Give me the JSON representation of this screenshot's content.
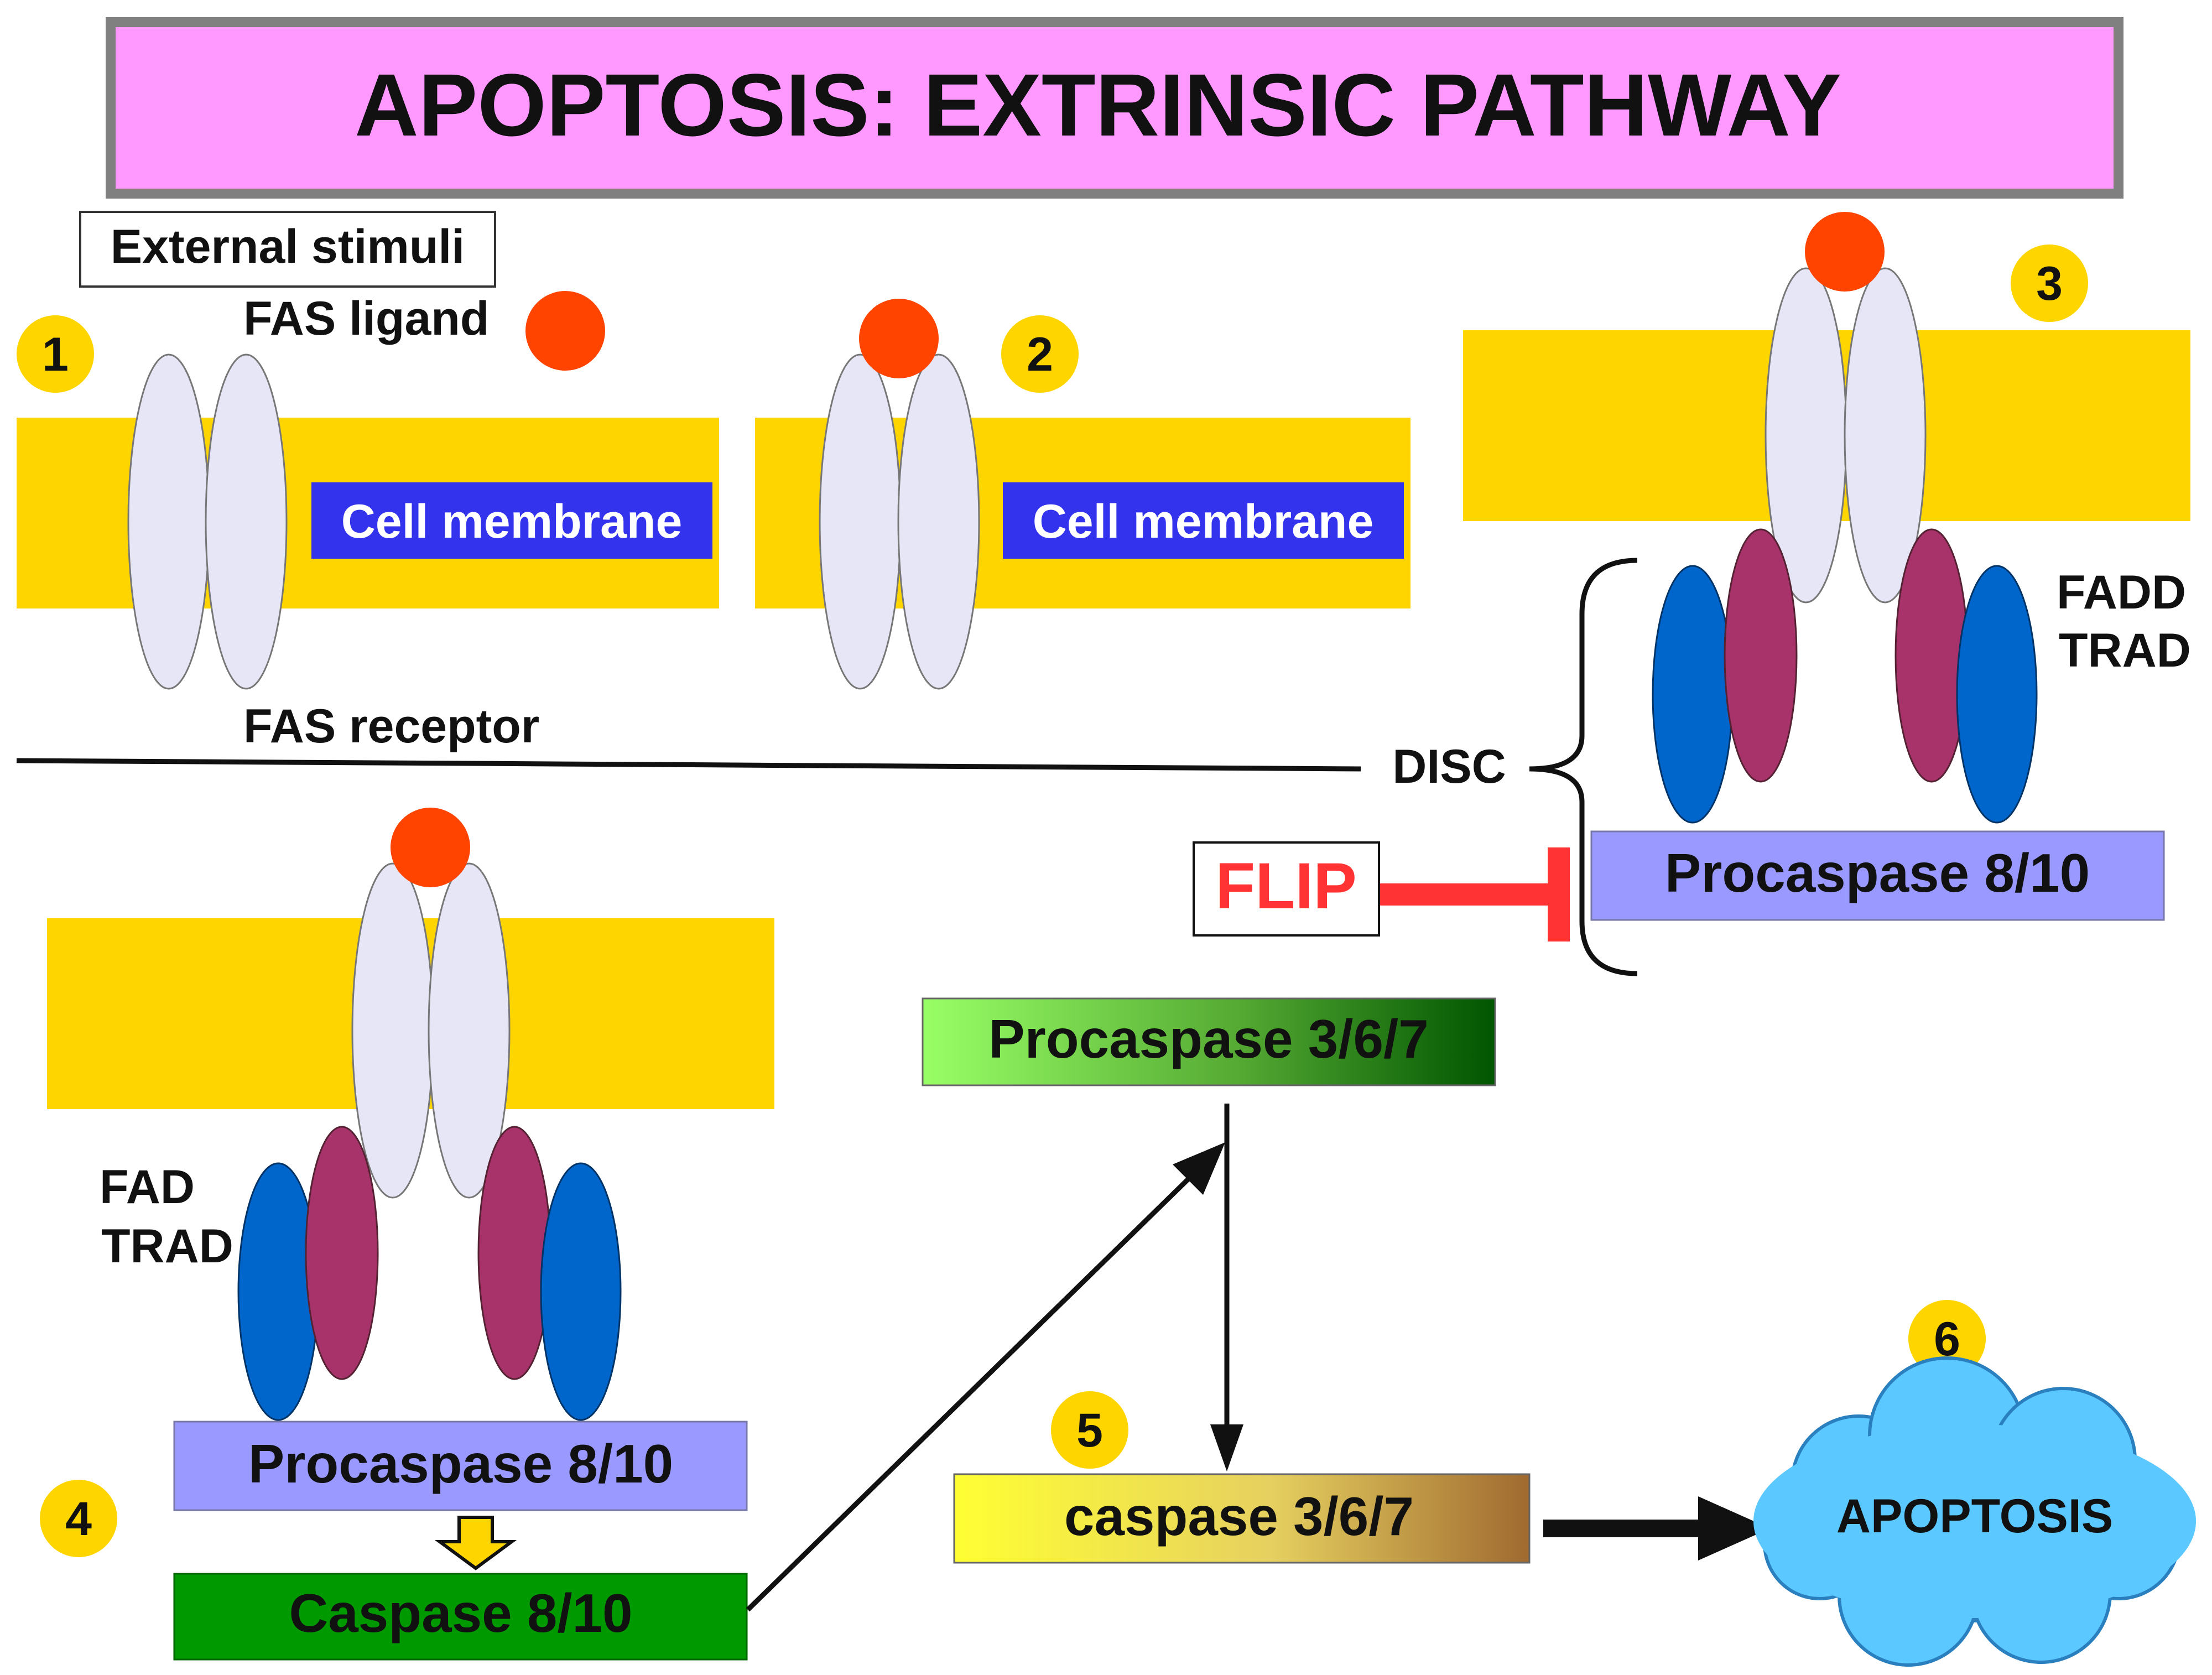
{
  "title": "APOPTOSIS: EXTRINSIC PATHWAY",
  "labels": {
    "external_stimuli": "External stimuli",
    "fas_ligand": "FAS ligand",
    "cell_membrane_1": "Cell membrane",
    "cell_membrane_2": "Cell membrane",
    "fas_receptor": "FAS receptor",
    "disc": "DISC",
    "fadd_trad_right_line1": "FADD",
    "fadd_trad_right_line2": "TRAD",
    "fad_trad_left_line1": "FAD",
    "fad_trad_left_line2": "TRAD",
    "flip": "FLIP",
    "procaspase_810_top": "Procaspase 8/10",
    "procaspase_810_bottom": "Procaspase 8/10",
    "caspase_810": "Caspase 8/10",
    "procaspase_367": "Procaspase 3/6/7",
    "caspase_367": "caspase 3/6/7",
    "apoptosis": "APOPTOSIS"
  },
  "steps": [
    "1",
    "2",
    "3",
    "4",
    "5",
    "6"
  ],
  "colors": {
    "title_fill": "#FF99FF",
    "title_border": "#808080",
    "membrane": "#FFD500",
    "membrane_label_bg": "#3333EE",
    "ligand": "#FF4400",
    "receptor": "#E6E6F7",
    "fadd": "#A8336A",
    "trad": "#0066CC",
    "procaspase_810": "#9999FF",
    "caspase_810": "#009900",
    "flip_text": "#FF3333",
    "inhibition": "#FF3333",
    "step_badge": "#FFD500",
    "apoptosis_cloud": "#5BC8FF"
  }
}
